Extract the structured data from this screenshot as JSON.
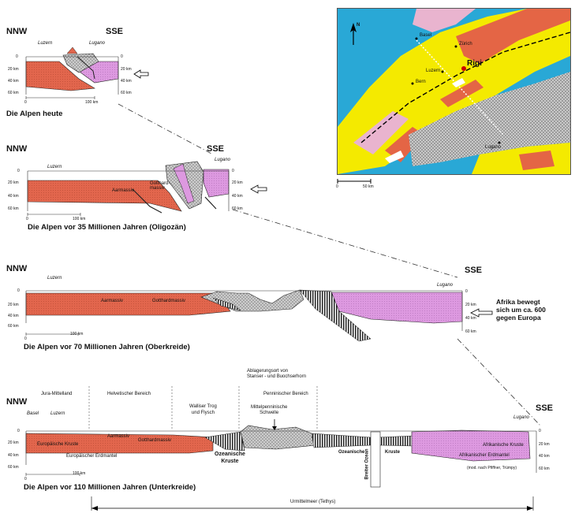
{
  "colors": {
    "crust_europe": "#e2664d",
    "crust_africa": "#dd99e0",
    "sediment": "#bdbdbd",
    "ocean": "#29a8d6",
    "map_yellow": "#f4ea00",
    "map_pink": "#e9b4cf",
    "map_orange": "#e46545"
  },
  "icons": [
    "north-arrow-icon",
    "push-arrow-icon",
    "timeline-double-arrow-icon"
  ],
  "map": {
    "places": [
      "Basel",
      "Zürich",
      "Luzern",
      "Bern",
      "Lugano"
    ],
    "highlight": "Rigi",
    "scale_label": "50 km",
    "scale_zero": "0",
    "north": "N"
  },
  "panel1": {
    "left_dir": "NNW",
    "right_dir": "SSE",
    "town_left": "Luzern",
    "town_right": "Lugano",
    "depth_left": [
      "0",
      "20 km",
      "40 km",
      "60 km"
    ],
    "depth_right": [
      "0",
      "20 km",
      "40 km",
      "60 km"
    ],
    "scale": [
      "0",
      "100 km"
    ],
    "caption": "Die Alpen heute"
  },
  "panel2": {
    "left_dir": "NNW",
    "right_dir": "SSE",
    "town_left": "Luzern",
    "town_right": "Lugano",
    "massif1": "Aarmassiv",
    "massif2": "Gotthard-\nmassiv",
    "depth_left": [
      "0",
      "20 km",
      "40 km",
      "60 km"
    ],
    "depth_right": [
      "0",
      "20 km",
      "40 km",
      "60 km"
    ],
    "scale": [
      "0",
      "100 km"
    ],
    "caption": "Die Alpen vor 35 Millionen Jahren (Oligozän)"
  },
  "panel3": {
    "left_dir": "NNW",
    "right_dir": "SSE",
    "town_left": "Luzern",
    "town_right": "Lugano",
    "massif1": "Aarmassiv",
    "massif2": "Gotthardmassiv",
    "depth_left": [
      "0",
      "20 km",
      "40 km",
      "60 km"
    ],
    "depth_right": [
      "0",
      "20 km",
      "40 km",
      "60 km"
    ],
    "scale": [
      "0",
      "100 km"
    ],
    "caption": "Die Alpen vor 70 Millionen Jahren (Oberkreide)",
    "africa_note": "Afrika bewegt\nsich um ca. 600\ngegen Europa"
  },
  "panel4": {
    "left_dir": "NNW",
    "right_dir": "SSE",
    "town_left1": "Basel",
    "town_left2": "Luzern",
    "town_right": "Lugano",
    "deposit": "Ablagerungsort von\nStanser - und Buochserhorn",
    "zone1": "Jura-Mittelland",
    "zone2": "Helvetischer Bereich",
    "zone3": "Penninischer Bereich",
    "zone4": "Walliser Trog\nund Flysch",
    "zone5": "Mittelpenninische\nSchwelle",
    "crust_eu": "Europäische Kruste",
    "mantle_eu": "Europäischer Erdmantel",
    "massif1": "Aarmassiv",
    "massif2": "Gotthardmassiv",
    "oceanic1": "Ozeanische\nKruste",
    "oceanic2": "Ozeanische",
    "kruste2": "Kruste",
    "broad_ocean": "Breiter Ozean",
    "crust_af": "Afrikanische Kruste",
    "mantle_af": "Afrikanischer Erdmantel",
    "credit": "(mod. nach Pfiffner, Trümpy)",
    "depth_left": [
      "0",
      "20 km",
      "40 km",
      "60 km"
    ],
    "depth_right": [
      "0",
      "20 km",
      "40 km",
      "60 km"
    ],
    "scale": [
      "0",
      "100 km"
    ],
    "caption": "Die Alpen vor 110 Millionen Jahren (Unterkreide)",
    "timeline": "Urmittelmeer (Tethys)"
  }
}
